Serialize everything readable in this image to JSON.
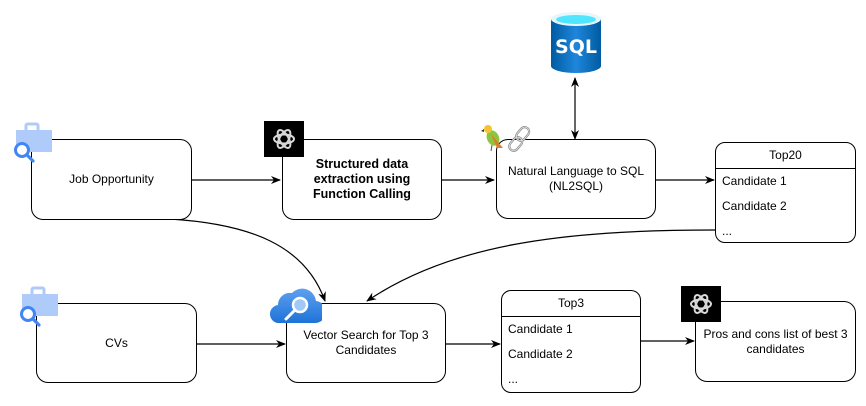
{
  "nodes": {
    "job_opportunity": "Job Opportunity",
    "structured_extraction": "Structured data extraction using Function Calling",
    "nl2sql": "Natural Language to SQL (NL2SQL)",
    "cvs": "CVs",
    "vector_search": "Vector Search for Top 3 Candidates",
    "pros_cons": "Pros and cons list of best 3 candidates"
  },
  "lists": {
    "top20": {
      "title": "Top20",
      "items": [
        "Candidate 1",
        "Candidate 2",
        "..."
      ]
    },
    "top3": {
      "title": "Top3",
      "items": [
        "Candidate 1",
        "Candidate 2",
        "..."
      ]
    }
  },
  "icons": {
    "sql_label": "SQL"
  },
  "colors": {
    "briefcase": "#aecbfa",
    "magnifier": "#4285f4",
    "azure_blue": "#0078d4",
    "cloud_blue": "#3b8ee8",
    "openai_bg": "#000000"
  }
}
